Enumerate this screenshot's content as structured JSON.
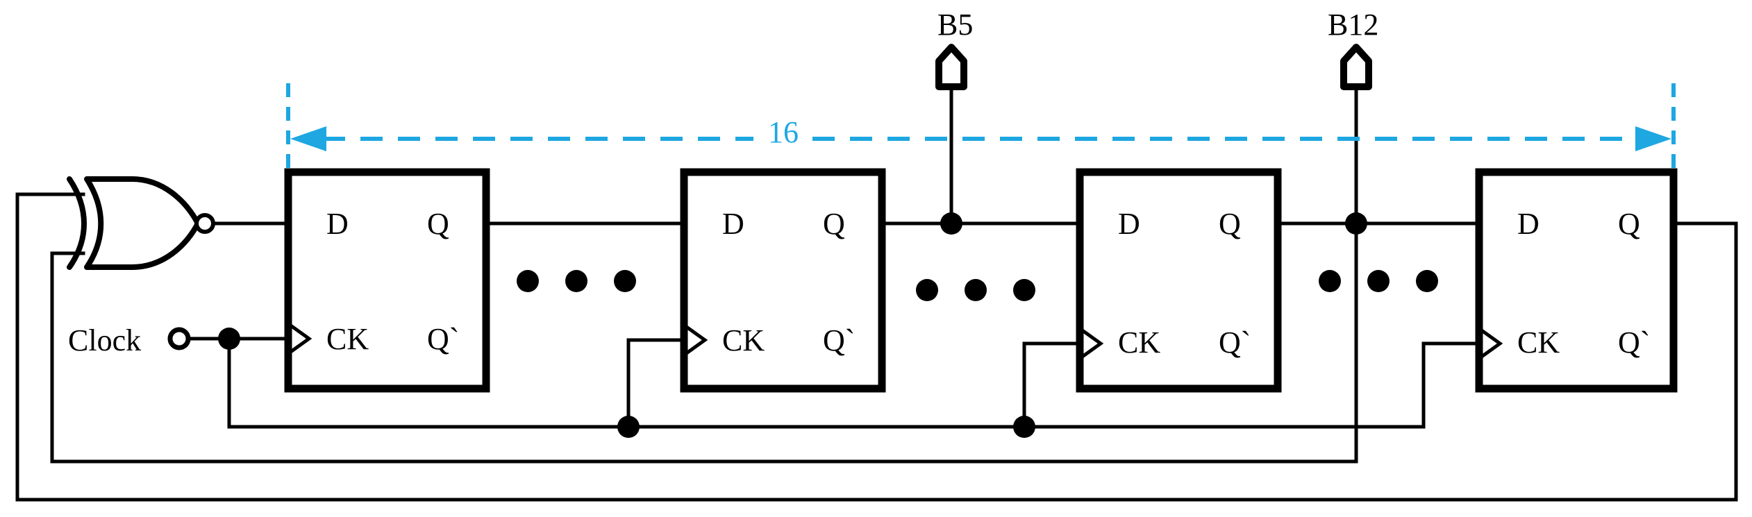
{
  "flip_flops": [
    {
      "d": "D",
      "q": "Q",
      "ck": "CK",
      "qbar": "Q`"
    },
    {
      "d": "D",
      "q": "Q",
      "ck": "CK",
      "qbar": "Q`"
    },
    {
      "d": "D",
      "q": "Q",
      "ck": "CK",
      "qbar": "Q`"
    },
    {
      "d": "D",
      "q": "Q",
      "ck": "CK",
      "qbar": "Q`"
    }
  ],
  "clock_label": "Clock",
  "tap_labels": {
    "b5": "B5",
    "b12": "B12"
  },
  "length_label": "16",
  "colors": {
    "dimension": "#1EA7E1",
    "line": "#000000"
  },
  "gate": "xnor-gate"
}
